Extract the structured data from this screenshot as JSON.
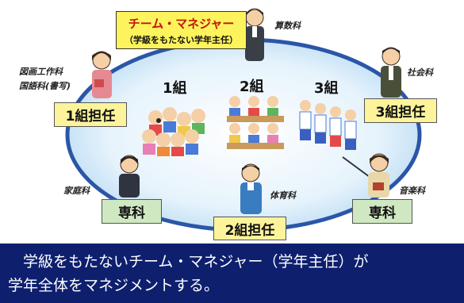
{
  "manager": {
    "title": "チーム・マネジャー",
    "subtitle": "（学級をもたない学年主任）"
  },
  "subjects": {
    "math": "算数科",
    "arts": "図画工作科",
    "japanese": "国語科(書写)",
    "social": "社会科",
    "home": "家庭科",
    "pe": "体育科",
    "music": "音楽科"
  },
  "classes": {
    "c1": "1組",
    "c2": "2組",
    "c3": "3組"
  },
  "boxes": {
    "homeroom1": "1組担任",
    "homeroom2": "2組担任",
    "homeroom3": "3組担任",
    "specialist_left": "専科",
    "specialist_right": "専科"
  },
  "banner": {
    "line1": "　学級をもたないチーム・マネジャー（学年主任）が",
    "line2": "学年全体をマネジメントする。"
  },
  "colors": {
    "ellipse_stroke": "#2a56a8",
    "ellipse_fill_inner": "#cfe7f8",
    "banner_bg": "#0e1f6e",
    "homeroom_box": "#fdf39a",
    "specialist_box": "#cfe8c2",
    "manager_box": "#fdf35c",
    "manager_title": "#c0150e"
  }
}
